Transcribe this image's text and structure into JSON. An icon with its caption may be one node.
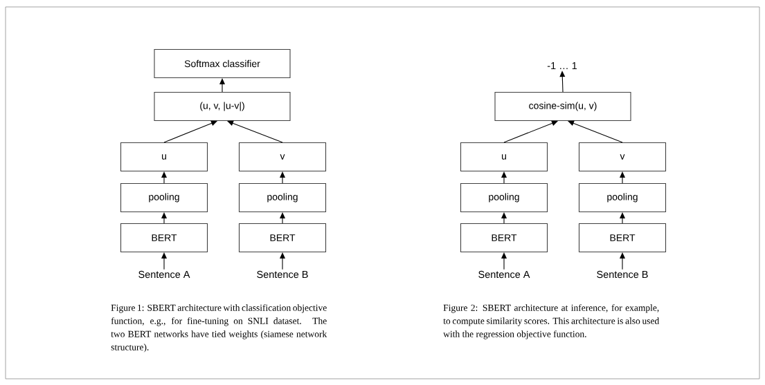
{
  "diagram": {
    "nodes": [
      {
        "text": [
          "Softmax classifier"
        ]
      },
      {
        "text": [
          "(u, v, |u-v|)"
        ]
      },
      {
        "text": [
          "u"
        ]
      },
      {
        "text": [
          "pooling"
        ]
      },
      {
        "text": [
          "BERT"
        ]
      },
      {
        "text": [
          "Sentence A"
        ]
      },
      {
        "text": [
          "v"
        ]
      },
      {
        "text": [
          "pooling"
        ]
      },
      {
        "text": [
          "BERT"
        ]
      },
      {
        "text": [
          "Sentence B"
        ]
      },
      {
        "text": [
          "-1 … 1"
        ]
      },
      {
        "text": [
          "cosine-sim(u, v)"
        ]
      },
      {
        "text": [
          "u"
        ]
      },
      {
        "text": [
          "pooling"
        ]
      },
      {
        "text": [
          "BERT"
        ]
      },
      {
        "text": [
          "Sentence A"
        ]
      },
      {
        "text": [
          "v"
        ]
      },
      {
        "text": [
          "pooling"
        ]
      },
      {
        "text": [
          "BERT"
        ]
      },
      {
        "text": [
          "Sentence B"
        ]
      }
    ],
    "edges": [
      {
        "from": 1,
        "to": 0,
        "arrow": "to"
      },
      {
        "from": 2,
        "to": 1,
        "arrow": "to"
      },
      {
        "from": 6,
        "to": 1,
        "arrow": "to"
      },
      {
        "from": 3,
        "to": 2,
        "arrow": "to"
      },
      {
        "from": 4,
        "to": 3,
        "arrow": "to"
      },
      {
        "from": 5,
        "to": 4,
        "arrow": "to"
      },
      {
        "from": 7,
        "to": 6,
        "arrow": "to"
      },
      {
        "from": 8,
        "to": 7,
        "arrow": "to"
      },
      {
        "from": 9,
        "to": 8,
        "arrow": "to"
      },
      {
        "from": 11,
        "to": 10,
        "arrow": "to"
      },
      {
        "from": 12,
        "to": 11,
        "arrow": "to"
      },
      {
        "from": 16,
        "to": 11,
        "arrow": "to"
      },
      {
        "from": 13,
        "to": 12,
        "arrow": "to"
      },
      {
        "from": 14,
        "to": 13,
        "arrow": "to"
      },
      {
        "from": 15,
        "to": 14,
        "arrow": "to"
      },
      {
        "from": 17,
        "to": 16,
        "arrow": "to"
      },
      {
        "from": 18,
        "to": 17,
        "arrow": "to"
      },
      {
        "from": 19,
        "to": 18,
        "arrow": "to"
      }
    ],
    "labels": [
      "Figure 1: SBERT architecture with classification objective function, e.g., for fine-tuning on SNLI dataset. The two BERT networks have tied weights (siamese network structure).",
      "Figure 2: SBERT architecture at inference, for example, to compute similarity scores. This architecture is also used with the regression objective function."
    ]
  }
}
